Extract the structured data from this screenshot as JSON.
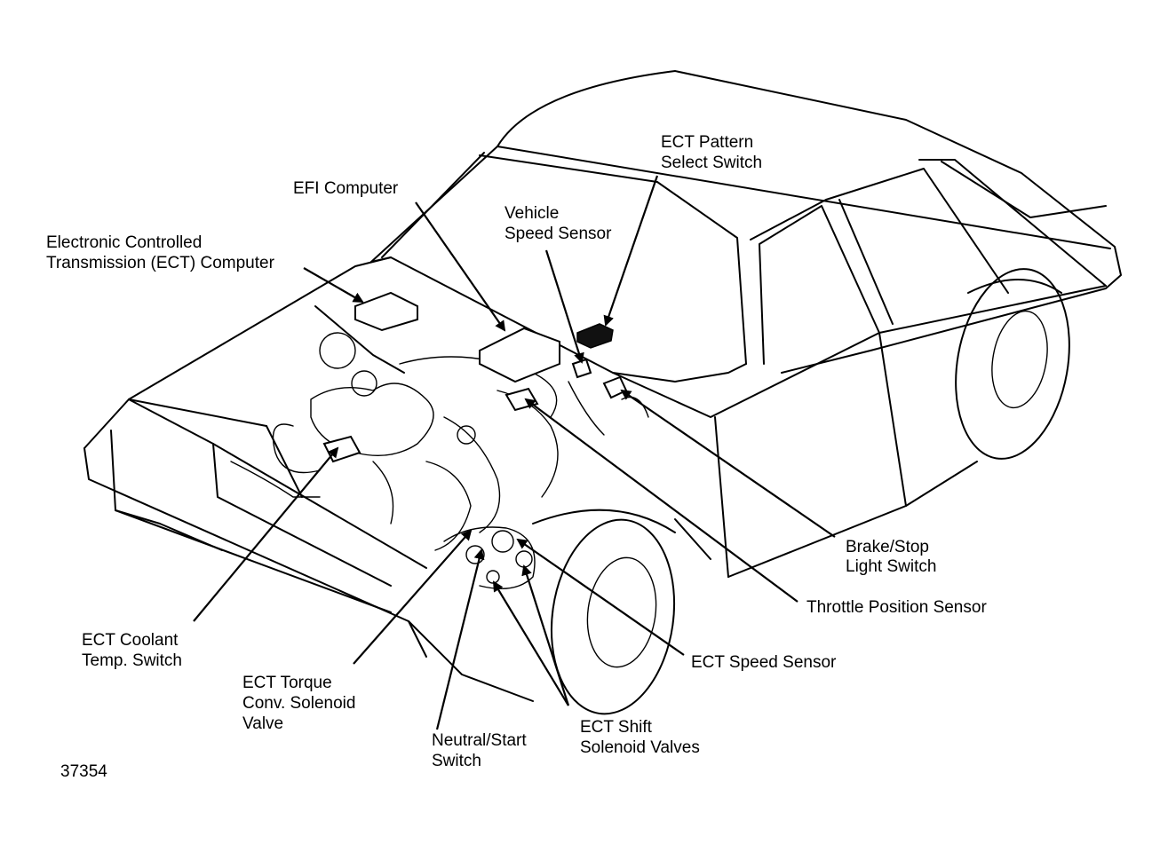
{
  "labels": {
    "ect_pattern_line1": "ECT Pattern",
    "ect_pattern_line2": "Select Switch",
    "efi_computer": "EFI Computer",
    "vehicle_speed_line1": "Vehicle",
    "vehicle_speed_line2": "Speed Sensor",
    "ect_computer_line1": "Electronic Controlled",
    "ect_computer_line2": "Transmission (ECT) Computer",
    "brake_line1": "Brake/Stop",
    "brake_line2": "Light Switch",
    "throttle": "Throttle Position Sensor",
    "speed_sensor": "ECT Speed Sensor",
    "coolant_line1": "ECT Coolant",
    "coolant_line2": "Temp. Switch",
    "torque_line1": "ECT Torque",
    "torque_line2": "Conv. Solenoid",
    "torque_line3": "Valve",
    "neutral_line1": "Neutral/Start",
    "neutral_line2": "Switch",
    "shift_line1": "ECT Shift",
    "shift_line2": "Solenoid Valves"
  },
  "figure_number": "37354",
  "colors": {
    "ink": "#000000",
    "paper": "#ffffff"
  }
}
